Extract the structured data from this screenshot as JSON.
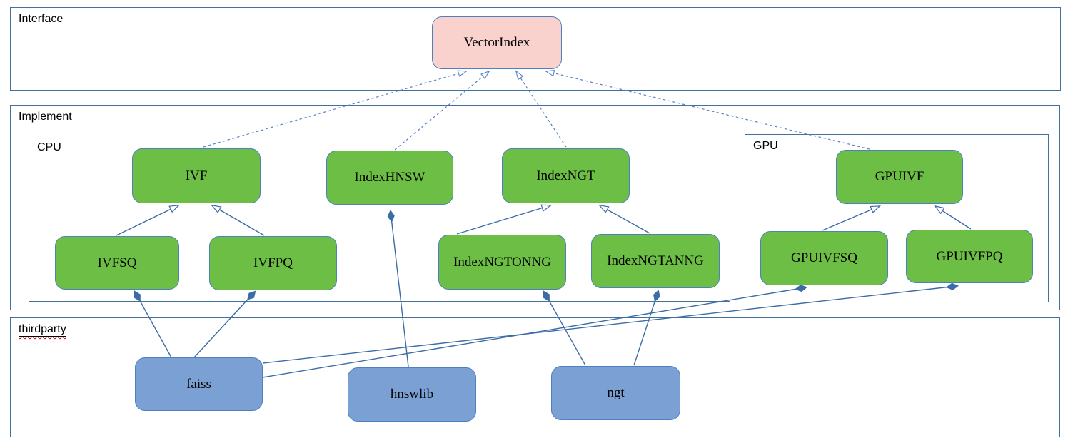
{
  "diagram": {
    "kind": "uml-class-architecture",
    "containers": {
      "interface": {
        "label": "Interface"
      },
      "implement": {
        "label": "Implement"
      },
      "cpu": {
        "label": "CPU"
      },
      "gpu": {
        "label": "GPU"
      },
      "thirdparty": {
        "label": "thirdparty",
        "spellcheck_squiggle": true
      }
    },
    "nodes": {
      "vectorindex": {
        "label": "VectorIndex",
        "container": "interface",
        "color": "pink"
      },
      "ivf": {
        "label": "IVF",
        "container": "cpu",
        "color": "green"
      },
      "indexhnsw": {
        "label": "IndexHNSW",
        "container": "cpu",
        "color": "green"
      },
      "indexngt": {
        "label": "IndexNGT",
        "container": "cpu",
        "color": "green"
      },
      "ivfsq": {
        "label": "IVFSQ",
        "container": "cpu",
        "color": "green"
      },
      "ivfpq": {
        "label": "IVFPQ",
        "container": "cpu",
        "color": "green"
      },
      "indexngtonng": {
        "label": "IndexNGTONNG",
        "container": "cpu",
        "color": "green"
      },
      "indexngtanng": {
        "label": "IndexNGTANNG",
        "container": "cpu",
        "color": "green"
      },
      "gpuivf": {
        "label": "GPUIVF",
        "container": "gpu",
        "color": "green"
      },
      "gpuivfsq": {
        "label": "GPUIVFSQ",
        "container": "gpu",
        "color": "green"
      },
      "gpuivfpq": {
        "label": "GPUIVFPQ",
        "container": "gpu",
        "color": "green"
      },
      "faiss": {
        "label": "faiss",
        "container": "thirdparty",
        "color": "blue"
      },
      "hnswlib": {
        "label": "hnswlib",
        "container": "thirdparty",
        "color": "blue"
      },
      "ngt": {
        "label": "ngt",
        "container": "thirdparty",
        "color": "blue"
      }
    },
    "edges": [
      {
        "from": "IVF",
        "to": "VectorIndex",
        "relation": "implements",
        "style": "dashed line, hollow arrowhead at target"
      },
      {
        "from": "IndexHNSW",
        "to": "VectorIndex",
        "relation": "implements",
        "style": "dashed line, hollow arrowhead at target"
      },
      {
        "from": "IndexNGT",
        "to": "VectorIndex",
        "relation": "implements",
        "style": "dashed line, hollow arrowhead at target"
      },
      {
        "from": "GPUIVF",
        "to": "VectorIndex",
        "relation": "implements",
        "style": "dashed line, hollow arrowhead at target"
      },
      {
        "from": "IVFSQ",
        "to": "IVF",
        "relation": "inherits",
        "style": "solid line, hollow arrowhead at target"
      },
      {
        "from": "IVFPQ",
        "to": "IVF",
        "relation": "inherits",
        "style": "solid line, hollow arrowhead at target"
      },
      {
        "from": "IndexNGTONNG",
        "to": "IndexNGT",
        "relation": "inherits",
        "style": "solid line, hollow arrowhead at target"
      },
      {
        "from": "IndexNGTANNG",
        "to": "IndexNGT",
        "relation": "inherits",
        "style": "solid line, hollow arrowhead at target"
      },
      {
        "from": "GPUIVFSQ",
        "to": "GPUIVF",
        "relation": "inherits",
        "style": "solid line, hollow arrowhead at target"
      },
      {
        "from": "GPUIVFPQ",
        "to": "GPUIVF",
        "relation": "inherits",
        "style": "solid line, hollow arrowhead at target"
      },
      {
        "from": "faiss",
        "to": "IVFSQ",
        "relation": "composition",
        "style": "solid line, filled diamond at target"
      },
      {
        "from": "faiss",
        "to": "IVFPQ",
        "relation": "composition",
        "style": "solid line, filled diamond at target"
      },
      {
        "from": "faiss",
        "to": "GPUIVFSQ",
        "relation": "composition",
        "style": "solid line, filled diamond at target"
      },
      {
        "from": "faiss",
        "to": "GPUIVFPQ",
        "relation": "composition",
        "style": "solid line, filled diamond at target"
      },
      {
        "from": "hnswlib",
        "to": "IndexHNSW",
        "relation": "composition",
        "style": "solid line, filled diamond at target"
      },
      {
        "from": "ngt",
        "to": "IndexNGTONNG",
        "relation": "composition",
        "style": "solid line, filled diamond at target"
      },
      {
        "from": "ngt",
        "to": "IndexNGTANNG",
        "relation": "composition",
        "style": "solid line, filled diamond at target"
      }
    ],
    "colors": {
      "border_blue": "#41719C",
      "node_border": "#4E7FBF",
      "node_green": "#6CBE45",
      "node_pink": "#F9D2CE",
      "node_blue": "#7AA0D4",
      "edge_solid": "#3C6CA6",
      "edge_dashed": "#5581C6",
      "squiggle_red": "#C00000"
    }
  }
}
